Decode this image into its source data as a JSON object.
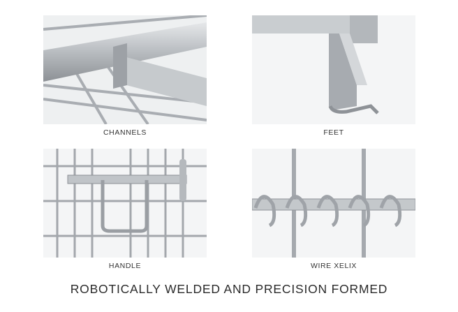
{
  "panels": [
    {
      "caption": "CHANNELS",
      "image": "channels-photo"
    },
    {
      "caption": "FEET",
      "image": "feet-photo"
    },
    {
      "caption": "HANDLE",
      "image": "handle-photo"
    },
    {
      "caption": "WIRE XELIX",
      "image": "wire-helix-photo"
    }
  ],
  "title": "ROBOTICALLY WELDED AND PRECISION FORMED"
}
